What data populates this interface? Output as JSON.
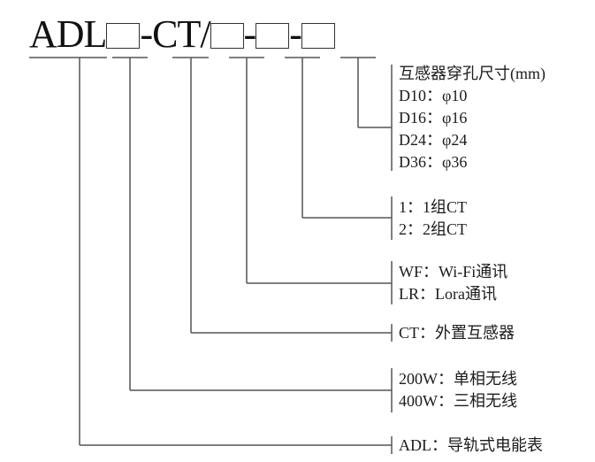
{
  "code": {
    "prefix": "ADL",
    "sep1": "-CT/",
    "sep2": "-",
    "sep3": "-"
  },
  "groups": [
    {
      "name": "hole-size",
      "items": [
        "互感器穿孔尺寸(mm)",
        "D10：φ10",
        "D16：φ16",
        "D24：φ24",
        "D36：φ36"
      ]
    },
    {
      "name": "ct-count",
      "items": [
        "1：1组CT",
        "2：2组CT"
      ]
    },
    {
      "name": "communication",
      "items": [
        "WF：Wi-Fi通讯",
        "LR：Lora通讯"
      ]
    },
    {
      "name": "ct",
      "items": [
        "CT：外置互感器"
      ]
    },
    {
      "name": "phase",
      "items": [
        "200W：单相无线",
        "400W：三相无线"
      ]
    },
    {
      "name": "model",
      "items": [
        "ADL：导轨式电能表"
      ]
    }
  ]
}
